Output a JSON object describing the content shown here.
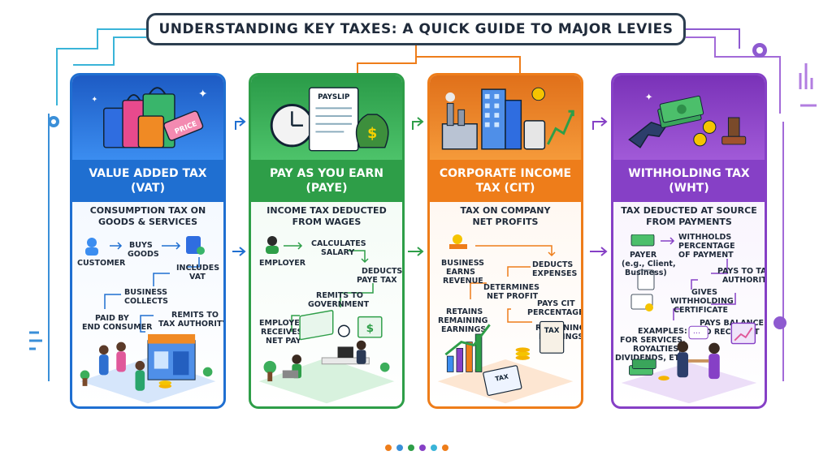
{
  "title": "UNDERSTANDING KEY TAXES: A QUICK GUIDE TO MAJOR LEVIES",
  "colors": {
    "vat": "#1f6fd1",
    "paye": "#2e9e48",
    "cit": "#ee7d1a",
    "wht": "#8640c6"
  },
  "panels": [
    {
      "hero_tag": "PRICE",
      "name1": "VALUE ADDED TAX",
      "name2": "(VAT)",
      "desc1": "CONSUMPTION TAX ON",
      "desc2": "GOODS & SERVICES",
      "steps": [
        "CUSTOMER",
        "BUYS",
        "GOODS",
        "INCLUDES",
        "VAT",
        "BUSINESS",
        "COLLECTS",
        "PAID BY",
        "END CONSUMER",
        "REMITS TO",
        "TAX AUTHORITY"
      ]
    },
    {
      "hero_tag": "PAYSLIP",
      "name1": "PAY AS YOU EARN",
      "name2": "(PAYE)",
      "desc1": "INCOME TAX DEDUCTED",
      "desc2": "FROM WAGES",
      "steps": [
        "EMPLOYER",
        "CALCULATES",
        "SALARY",
        "DEDUCTS",
        "PAYE TAX",
        "REMITS TO",
        "GOVERNMENT",
        "EMPLOYEE",
        "RECEIVES",
        "NET PAY"
      ]
    },
    {
      "hero_tag": "",
      "name1": "CORPORATE INCOME",
      "name2": "TAX (CIT)",
      "desc1": "TAX ON COMPANY",
      "desc2": "NET PROFITS",
      "steps": [
        "BUSINESS",
        "EARNS",
        "REVENUE",
        "DEDUCTS",
        "EXPENSES",
        "DETERMINES",
        "NET PROFIT",
        "PAYS CIT",
        "PERCENTAGE",
        "RETAINS",
        "REMAINING",
        "EARNINGS",
        "REMAINING",
        "EARNINGS"
      ],
      "doc_tag": "TAX",
      "clip_tag": "TAX"
    },
    {
      "hero_tag": "",
      "name1": "WITHHOLDING TAX",
      "name2": "(WHT)",
      "desc1": "TAX DEDUCTED AT SOURCE",
      "desc2": "FROM PAYMENTS",
      "steps": [
        "PAYER",
        "(e.g., Client,",
        "Business)",
        "WITHHOLDS",
        "PERCENTAGE",
        "OF PAYMENT",
        "PAYS TO TAX",
        "AUTHORITY",
        "GIVES",
        "WITHHOLDING",
        "CERTIFICATE",
        "PAYS BALANCE",
        "TO RECIPIENT",
        "EXAMPLES:",
        "FOR SERVICES,",
        "ROYALTIES,",
        "DIVIDENDS, ETC."
      ]
    }
  ]
}
